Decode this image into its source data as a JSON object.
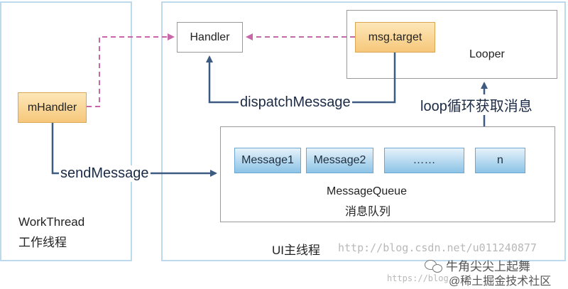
{
  "threads": {
    "worker": {
      "name": "WorkThread",
      "name_cn": "工作线程"
    },
    "ui": {
      "name_cn": "UI主线程"
    }
  },
  "looper": {
    "label": "Looper"
  },
  "nodes": {
    "handler": "Handler",
    "msg_target": "msg.target",
    "m_handler": "mHandler"
  },
  "queue": {
    "label": "MessageQueue",
    "label_cn": "消息队列",
    "messages": [
      "Message1",
      "Message2",
      "……",
      "n"
    ]
  },
  "flows": {
    "send_message": "sendMessage",
    "dispatch_message": "dispatchMessage",
    "loop": "loop循环获取消息"
  },
  "colors": {
    "panel_border": "#bcd9ee",
    "dashed_arrow": "#c867a8",
    "solid_arrow": "#3d5a80",
    "orange_node": "#f6c77b",
    "blue_node": "#8cc3e6"
  },
  "watermarks": {
    "url": "http://blog.csdn.net/u011240877",
    "url_partial": "https://blog",
    "social": "牛角尖尖上起舞",
    "social_sub": "@稀土掘金技术社区"
  }
}
